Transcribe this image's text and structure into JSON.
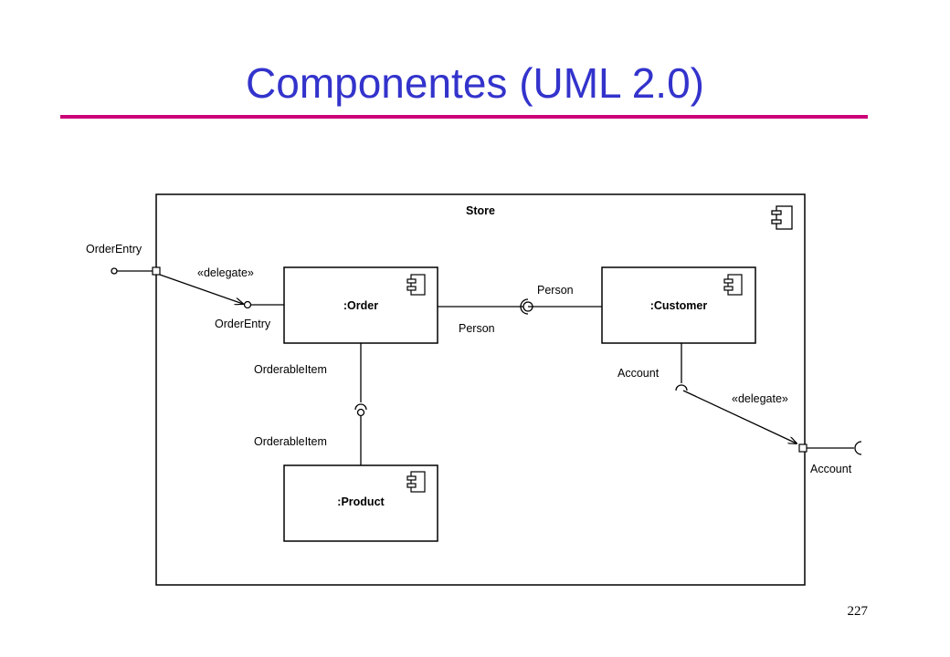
{
  "slide": {
    "title": "Componentes (UML 2.0)",
    "page_number": "227"
  },
  "diagram": {
    "container": {
      "name": "Store"
    },
    "components": [
      {
        "id": "order",
        "name": ":Order"
      },
      {
        "id": "customer",
        "name": ":Customer"
      },
      {
        "id": "product",
        "name": ":Product"
      }
    ],
    "ports": {
      "order_entry_external": "OrderEntry",
      "order_entry_internal": "OrderEntry",
      "person_provided": "Person",
      "person_required": "Person",
      "orderable_item_provided": "OrderableItem",
      "orderable_item_required": "OrderableItem",
      "account_internal": "Account",
      "account_external": "Account"
    },
    "delegations": {
      "order_entry": "«delegate»",
      "account": "«delegate»"
    }
  }
}
